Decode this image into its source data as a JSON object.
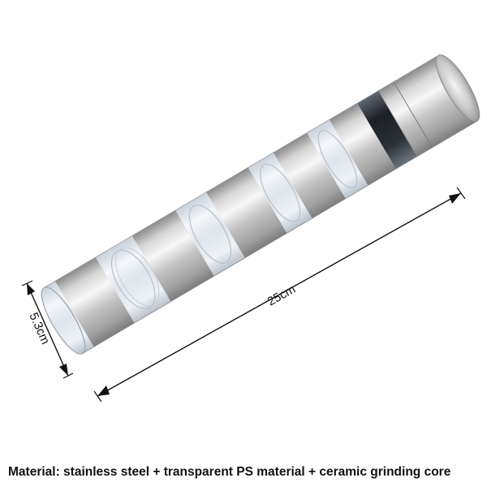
{
  "product_photo": {
    "subject": "stacked spice grinder (stainless steel + transparent sections)"
  },
  "dimensions": {
    "length_label": "25cm",
    "diameter_label": "5.3cm"
  },
  "caption": {
    "text": "Material: stainless steel + transparent PS material + ceramic grinding core"
  },
  "colors": {
    "steel_light": "#f2f2f2",
    "steel_mid": "#bdbdbd",
    "steel_dark": "#8e8e8e",
    "clear_tint": "#e8edf3",
    "dimension_line": "#111111"
  }
}
